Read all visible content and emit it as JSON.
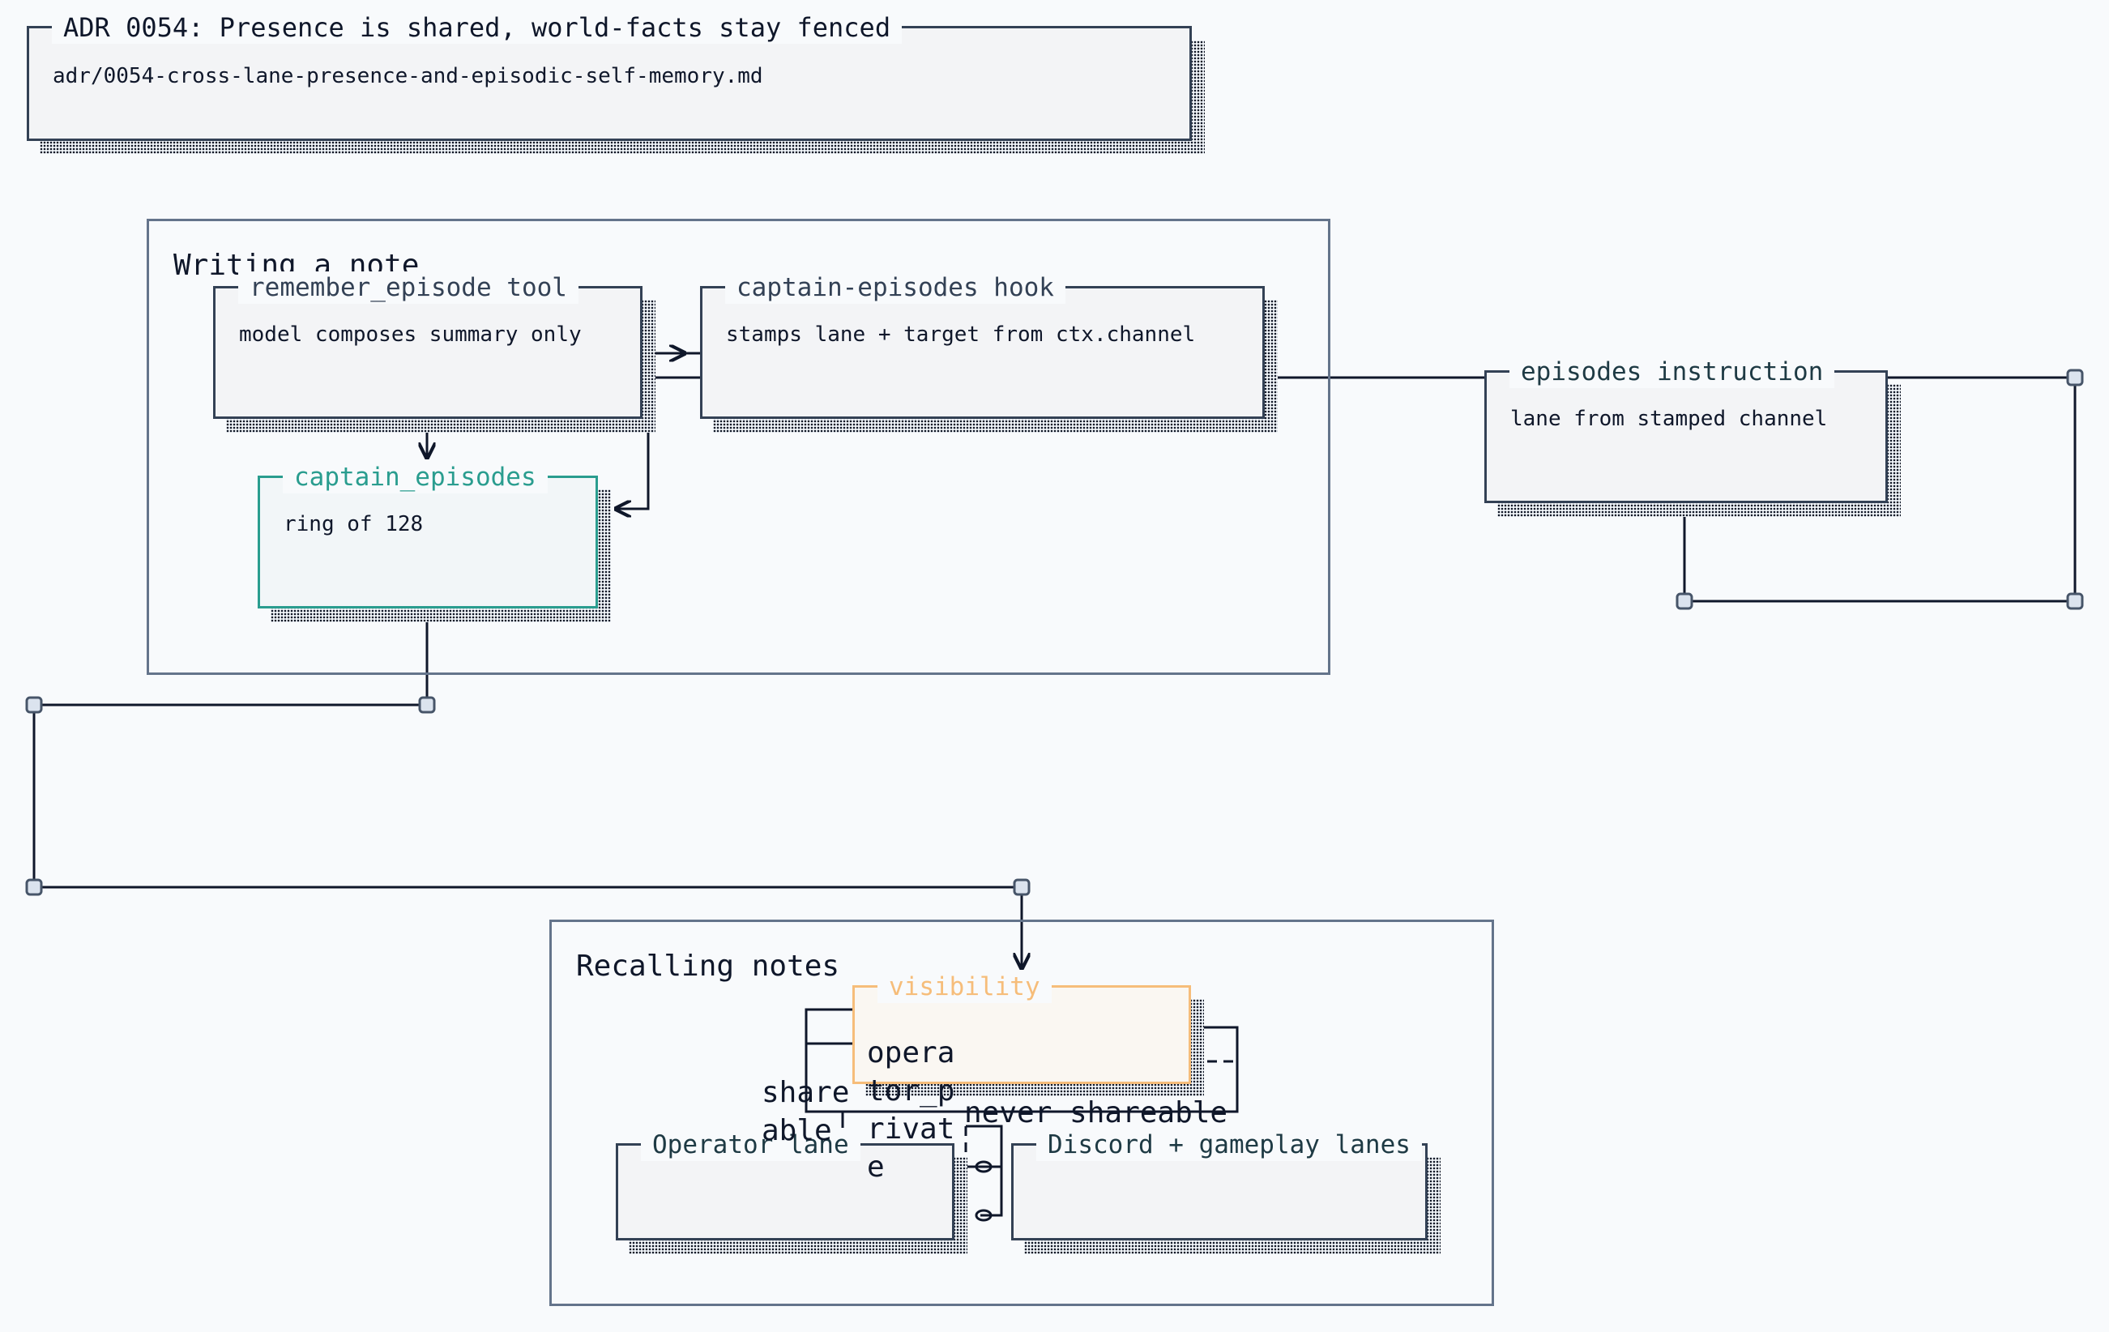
{
  "header": {
    "title": "ADR 0054: Presence is shared, world-facts stay fenced",
    "path": "adr/0054-cross-lane-presence-and-episodic-self-memory.md"
  },
  "groups": {
    "writing": {
      "title": "Writing a note"
    },
    "recalling": {
      "title": "Recalling notes"
    }
  },
  "nodes": {
    "remember_tool": {
      "title": "remember_episode tool",
      "body": "model composes summary only"
    },
    "hook": {
      "title": "captain-episodes hook",
      "body": "stamps lane + target from ctx.channel"
    },
    "captain_episodes": {
      "title": "captain_episodes",
      "body": "ring of 128"
    },
    "instruction": {
      "title": "episodes instruction",
      "body": "lane from stamped channel"
    },
    "visibility": {
      "title": "visibility",
      "body": ""
    },
    "operator_lane": {
      "title": "Operator lane",
      "body": ""
    },
    "discord_lanes": {
      "title": "Discord + gameplay lanes",
      "body": ""
    }
  },
  "edge_labels": {
    "operator_private": "opera\ntor_p\nrivat\ne",
    "shareable": "share\nable",
    "never_shareable": "never shareable"
  },
  "colors": {
    "wire": "#0f172a",
    "group_border": "#64748b",
    "node_border": "#334155",
    "store_accent": "#2a9d8f",
    "visibility_accent": "#f6bd7a",
    "handle_fill": "#dbe3ee",
    "handle_stroke": "#475569"
  }
}
